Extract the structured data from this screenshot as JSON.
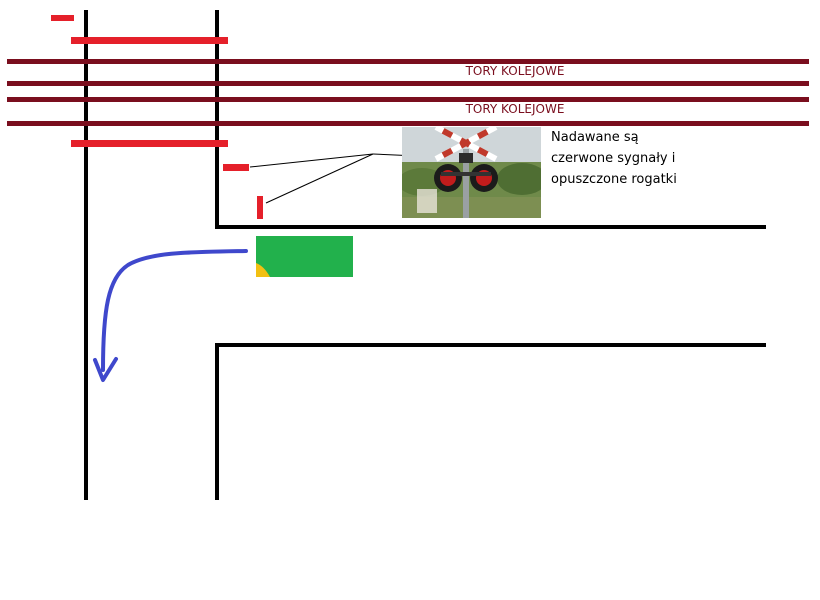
{
  "tracks": {
    "label_top": "TORY KOLEJOWE",
    "label_bottom": "TORY KOLEJOWE",
    "rail_color": "#7a0e1e"
  },
  "note": {
    "line1": "Nadawane są",
    "line2": "czerwone sygnały i",
    "line3": "opuszczone rogatki"
  },
  "colors": {
    "barrier": "#e5202a",
    "car": "#22b14c",
    "car_light": "#f2c012",
    "arrow": "#3f48cc",
    "road": "#000000"
  },
  "photo": {
    "subject": "railway-crossing-signal-photo"
  }
}
